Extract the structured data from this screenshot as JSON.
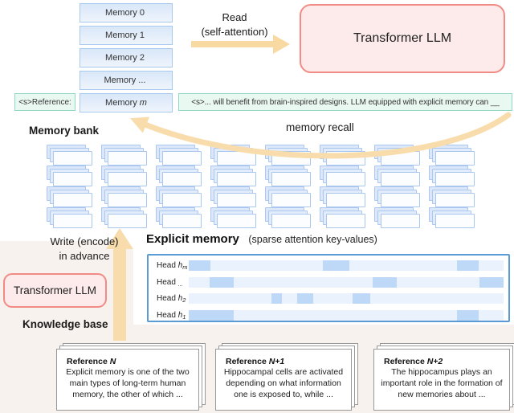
{
  "colors": {
    "accent_blue_border": "#a6c9f0",
    "memory_fill": "#e3edfa",
    "green_border": "#8fd9c4",
    "green_fill": "#eaf8f2",
    "llm_fill": "#fdeaea",
    "llm_border": "#f28b85",
    "arrow_orange": "#f8dcab",
    "explicit_box_border": "#5b9bd5",
    "strip_bg": "#e9f2fd",
    "strip_segment": "#bed9f7",
    "background_tint": "#f8f2ee"
  },
  "memory_boxes": [
    {
      "text": "Memory 0",
      "em": ""
    },
    {
      "text": "Memory 1",
      "em": ""
    },
    {
      "text": "Memory 2",
      "em": ""
    },
    {
      "text": "Memory ...",
      "em": ""
    },
    {
      "text": "Memory",
      "em": "m"
    }
  ],
  "reference_tag": "<s>Reference:",
  "context_text": "<s>... will benefit from brain-inspired designs. LLM equipped with explicit memory can __",
  "read_label": {
    "line1": "Read",
    "line2": "(self-attention)"
  },
  "transformer_top": "Transformer LLM",
  "memory_bank": {
    "label": "Memory bank",
    "rows": 4,
    "cols": 8
  },
  "memory_recall_label": "memory recall",
  "write_label": {
    "line1": "Write (encode)",
    "line2": "in advance"
  },
  "transformer_left": "Transformer LLM",
  "knowledge_base_label": "Knowledge base",
  "explicit_memory": {
    "title": "Explicit memory",
    "subtitle": "(sparse attention key-values)",
    "rows": [
      {
        "pre": "Head ",
        "h": "h",
        "sub": "m",
        "segments": [
          [
            0.0,
            0.07
          ],
          [
            0.425,
            0.51
          ],
          [
            0.853,
            0.92
          ]
        ]
      },
      {
        "pre": "Head ",
        "h": "",
        "sub": "...",
        "segments": [
          [
            0.066,
            0.143
          ],
          [
            0.583,
            0.66
          ],
          [
            0.923,
            1.0
          ]
        ]
      },
      {
        "pre": "Head ",
        "h": "h",
        "sub": "2",
        "segments": [
          [
            0.264,
            0.295
          ],
          [
            0.345,
            0.395
          ],
          [
            0.52,
            0.576
          ]
        ]
      },
      {
        "pre": "Head ",
        "h": "h",
        "sub": "1",
        "segments": [
          [
            0.0,
            0.143
          ],
          [
            0.851,
            0.92
          ]
        ]
      }
    ]
  },
  "cards": [
    {
      "title_pre": "Reference ",
      "title_var": "N",
      "body": "Explicit memory is one of the two main types of long-term human memory, the other of which ..."
    },
    {
      "title_pre": "Reference ",
      "title_var": "N+1",
      "body": "Hippocampal cells are activated depending on what information one is exposed to, while ..."
    },
    {
      "title_pre": "Reference ",
      "title_var": "N+2",
      "body": "The hippocampus plays an important role in the formation of new memories about ..."
    }
  ]
}
